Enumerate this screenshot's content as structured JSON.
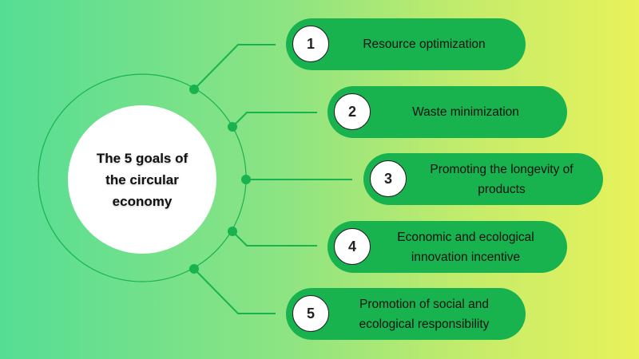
{
  "title": "The 5 goals of the circular economy",
  "colors": {
    "pill": "#18b34f",
    "line": "#18b34f",
    "bg_left": "#55dd95",
    "bg_right": "#e8f25a"
  },
  "goals": [
    {
      "number": "1",
      "label": "Resource optimization"
    },
    {
      "number": "2",
      "label": "Waste minimization"
    },
    {
      "number": "3",
      "label": "Promoting the longevity of products"
    },
    {
      "number": "4",
      "label": "Economic and ecological innovation incentive"
    },
    {
      "number": "5",
      "label": "Promotion of social and ecological responsibility"
    }
  ]
}
